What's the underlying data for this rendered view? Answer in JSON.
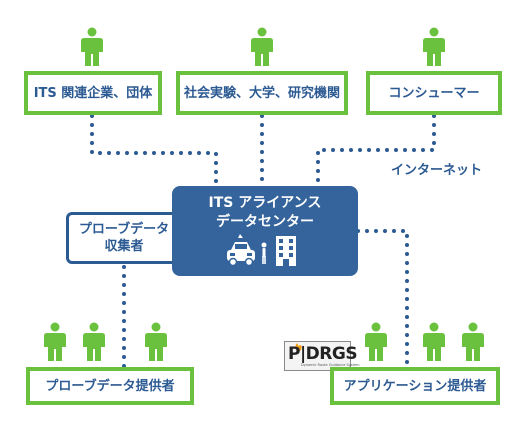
{
  "nodes": {
    "its_companies": "ITS 関連企業、団体",
    "universities": "社会実験、大学、研究機関",
    "consumers": "コンシューマー",
    "probe_collector": [
      "プローブデータ",
      "収集者"
    ],
    "data_center": [
      "ITS アライアンス",
      "データセンター"
    ],
    "probe_provider": "プローブデータ提供者",
    "app_provider": "アプリケーション提供者"
  },
  "labels": {
    "internet": "インターネット"
  },
  "logo": {
    "text": "P|DRGS",
    "subtitle": "Dynamic Route Guidance System"
  },
  "colors": {
    "green": "#69c13d",
    "blue": "#34649b",
    "text_blue": "#2c5a92"
  },
  "icons": [
    "person-icon",
    "car-icon",
    "pedestrian-icon",
    "building-icon"
  ]
}
